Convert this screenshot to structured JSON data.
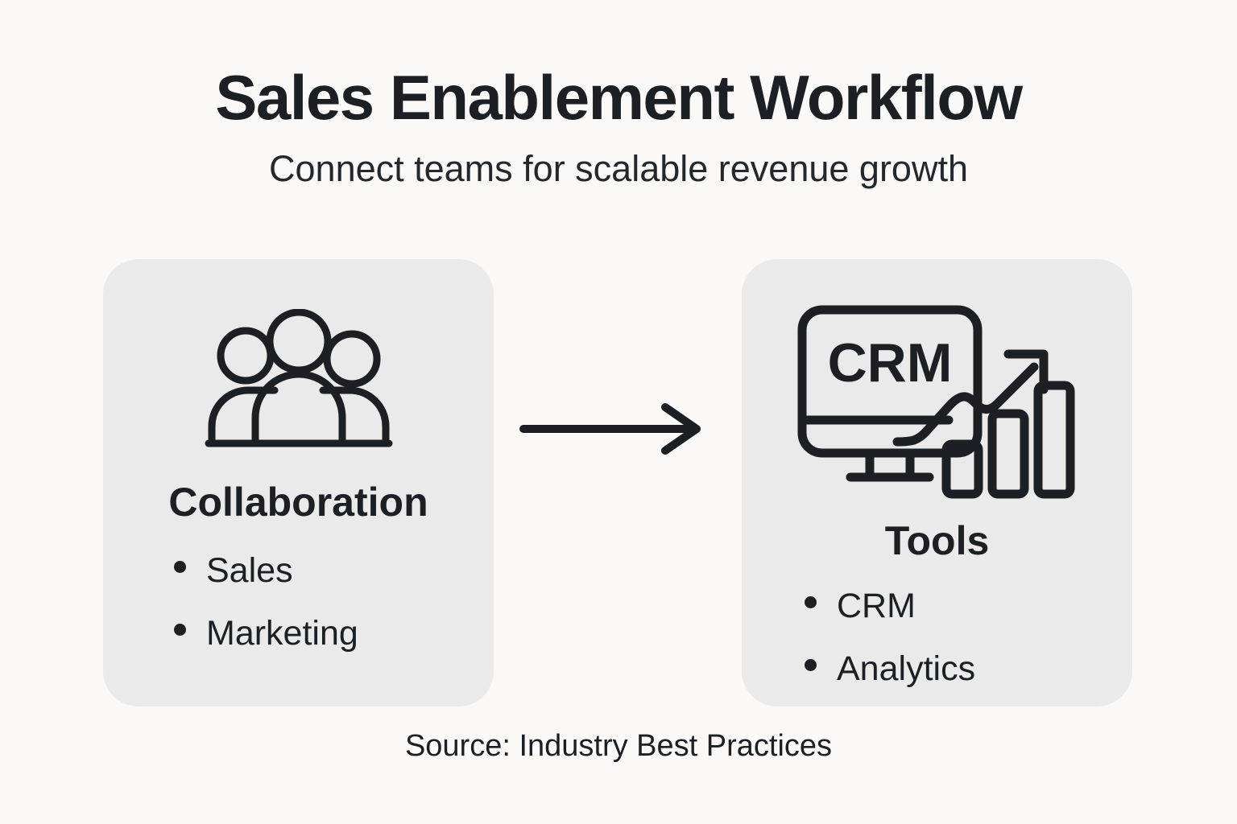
{
  "header": {
    "title": "Sales Enablement Workflow",
    "subtitle": "Connect teams for scalable revenue growth"
  },
  "cards": [
    {
      "id": "collaboration",
      "icon": "people-group-icon",
      "heading": "Collaboration",
      "items": [
        "Sales",
        "Marketing"
      ]
    },
    {
      "id": "tools",
      "icon": "crm-monitor-chart-icon",
      "heading": "Tools",
      "screen_label": "CRM",
      "items": [
        "CRM",
        "Analytics"
      ]
    }
  ],
  "connector": {
    "icon": "arrow-right-icon",
    "direction": "left-to-right"
  },
  "footer": {
    "source": "Source: Industry Best Practices"
  },
  "colors": {
    "background": "#faf9f7",
    "card_fill": "#eaeaea",
    "ink": "#1c1f23"
  }
}
